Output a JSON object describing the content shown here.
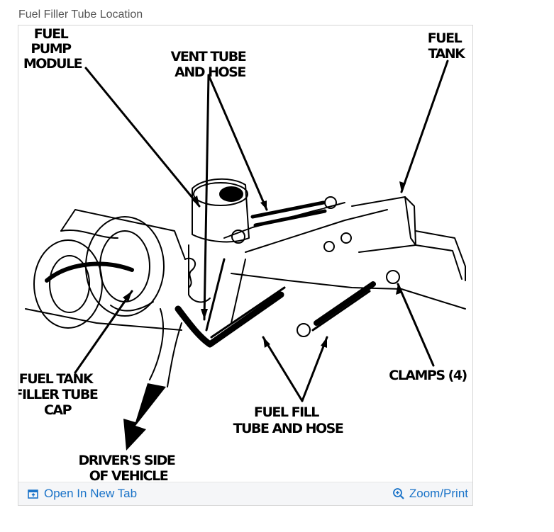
{
  "caption": "Fuel Filler Tube Location",
  "labels": {
    "fuel_pump_module": [
      "FUEL",
      "PUMP",
      "MODULE"
    ],
    "vent_tube": [
      "VENT TUBE",
      "AND HOSE"
    ],
    "fuel_tank": [
      "FUEL",
      "TANK"
    ],
    "filler_cap": [
      "FUEL TANK",
      "FILLER TUBE",
      "CAP"
    ],
    "fill_tube": [
      "FUEL FILL",
      "TUBE AND HOSE"
    ],
    "clamps": "CLAMPS (4)",
    "drivers_side": [
      "DRIVER'S SIDE",
      "OF VEHICLE"
    ]
  },
  "toolbar": {
    "open_new_tab": "Open In New Tab",
    "zoom_print": "Zoom/Print",
    "link_color": "#1a73c8"
  }
}
